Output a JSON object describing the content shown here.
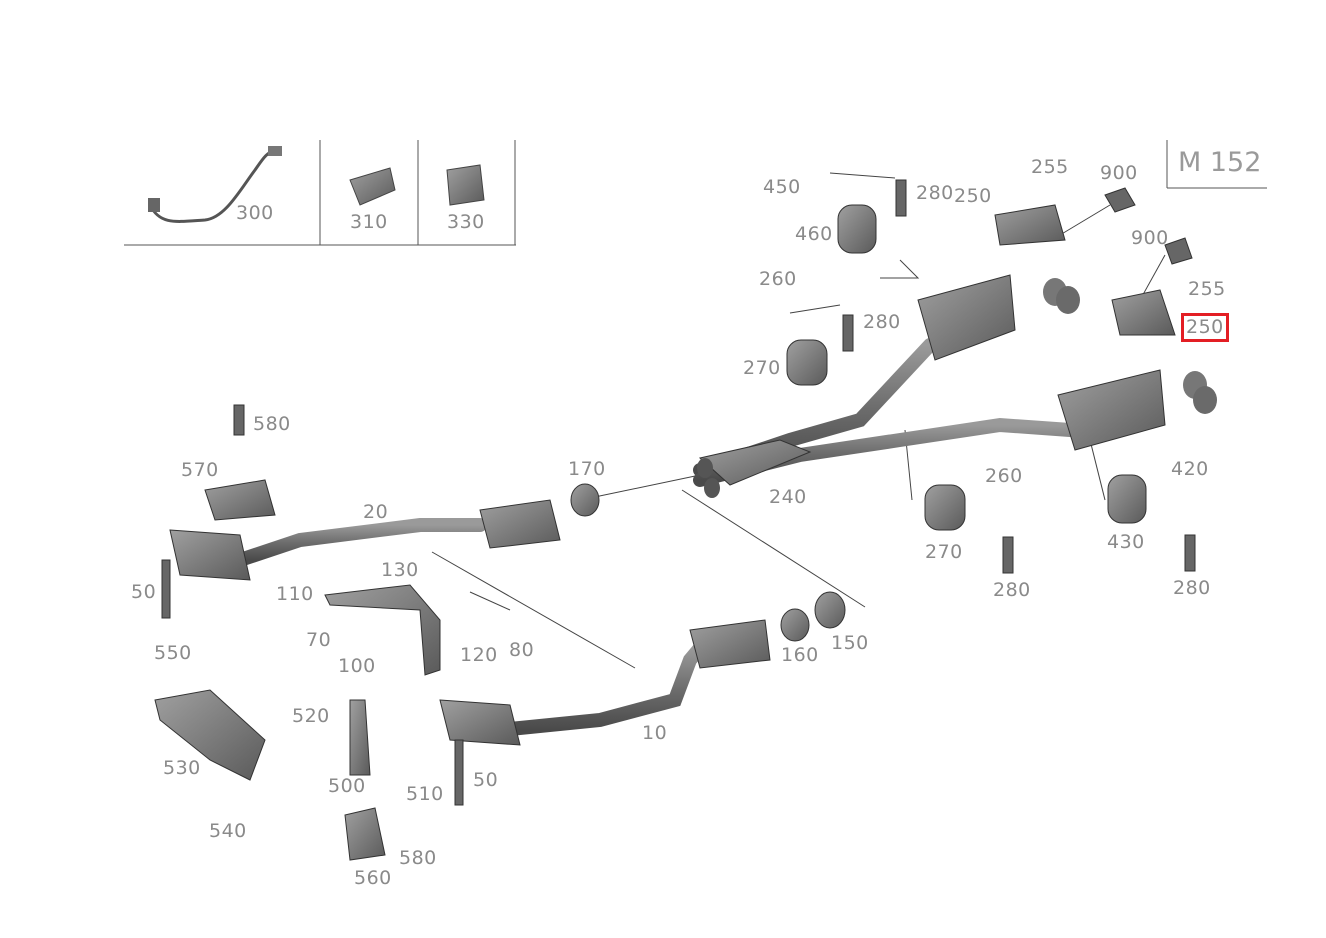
{
  "engine_label": "M 152",
  "highlight_color": "#e31e24",
  "callouts": [
    {
      "id": "c300",
      "text": "300"
    },
    {
      "id": "c310",
      "text": "310"
    },
    {
      "id": "c330",
      "text": "330"
    },
    {
      "id": "c450",
      "text": "450"
    },
    {
      "id": "c280a",
      "text": "280"
    },
    {
      "id": "c255a",
      "text": "255"
    },
    {
      "id": "c900a",
      "text": "900"
    },
    {
      "id": "c250a",
      "text": "250"
    },
    {
      "id": "c460",
      "text": "460"
    },
    {
      "id": "c900b",
      "text": "900"
    },
    {
      "id": "c255b",
      "text": "255"
    },
    {
      "id": "c250b",
      "text": "250",
      "highlight": true
    },
    {
      "id": "c260a",
      "text": "260"
    },
    {
      "id": "c280b",
      "text": "280"
    },
    {
      "id": "c270a",
      "text": "270"
    },
    {
      "id": "c580a",
      "text": "580"
    },
    {
      "id": "c570",
      "text": "570"
    },
    {
      "id": "c170",
      "text": "170"
    },
    {
      "id": "c240",
      "text": "240"
    },
    {
      "id": "c260b",
      "text": "260"
    },
    {
      "id": "c420",
      "text": "420"
    },
    {
      "id": "c20",
      "text": "20"
    },
    {
      "id": "c270b",
      "text": "270"
    },
    {
      "id": "c430",
      "text": "430"
    },
    {
      "id": "c280c",
      "text": "280"
    },
    {
      "id": "c280d",
      "text": "280"
    },
    {
      "id": "c50a",
      "text": "50"
    },
    {
      "id": "c130",
      "text": "130"
    },
    {
      "id": "c110",
      "text": "110"
    },
    {
      "id": "c150",
      "text": "150"
    },
    {
      "id": "c70",
      "text": "70"
    },
    {
      "id": "c80",
      "text": "80"
    },
    {
      "id": "c160",
      "text": "160"
    },
    {
      "id": "c120",
      "text": "120"
    },
    {
      "id": "c100",
      "text": "100"
    },
    {
      "id": "c550",
      "text": "550"
    },
    {
      "id": "c520",
      "text": "520"
    },
    {
      "id": "c10",
      "text": "10"
    },
    {
      "id": "c530",
      "text": "530"
    },
    {
      "id": "c50b",
      "text": "50"
    },
    {
      "id": "c500",
      "text": "500"
    },
    {
      "id": "c510",
      "text": "510"
    },
    {
      "id": "c540",
      "text": "540"
    },
    {
      "id": "c580b",
      "text": "580"
    },
    {
      "id": "c560",
      "text": "560"
    }
  ]
}
